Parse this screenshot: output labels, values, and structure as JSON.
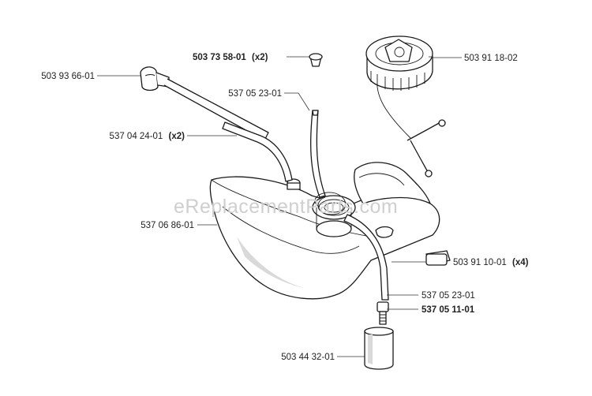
{
  "watermark": "eReplacementParts.com",
  "parts": [
    {
      "id": "cap",
      "number": "503 91 18-02",
      "qty": "",
      "bold": false
    },
    {
      "id": "grommet",
      "number": "503 73 58-01",
      "qty": "(x2)",
      "bold": true
    },
    {
      "id": "vent-valve",
      "number": "503 93 66-01",
      "qty": "",
      "bold": false
    },
    {
      "id": "fuel-hose-upper",
      "number": "537 05 23-01",
      "qty": "",
      "bold": false
    },
    {
      "id": "hose",
      "number": "537 04 24-01",
      "qty": "(x2)",
      "bold": false
    },
    {
      "id": "fuel-tank",
      "number": "537 06 86-01",
      "qty": "",
      "bold": false
    },
    {
      "id": "rubber-mount",
      "number": "503 91 10-01",
      "qty": "(x4)",
      "bold": false
    },
    {
      "id": "fuel-hose-lower",
      "number": "537 05 23-01",
      "qty": "",
      "bold": false
    },
    {
      "id": "hose-fitting",
      "number": "537 05 11-01",
      "qty": "",
      "bold": true
    },
    {
      "id": "fuel-filter",
      "number": "503 44 32-01",
      "qty": "",
      "bold": false
    }
  ]
}
